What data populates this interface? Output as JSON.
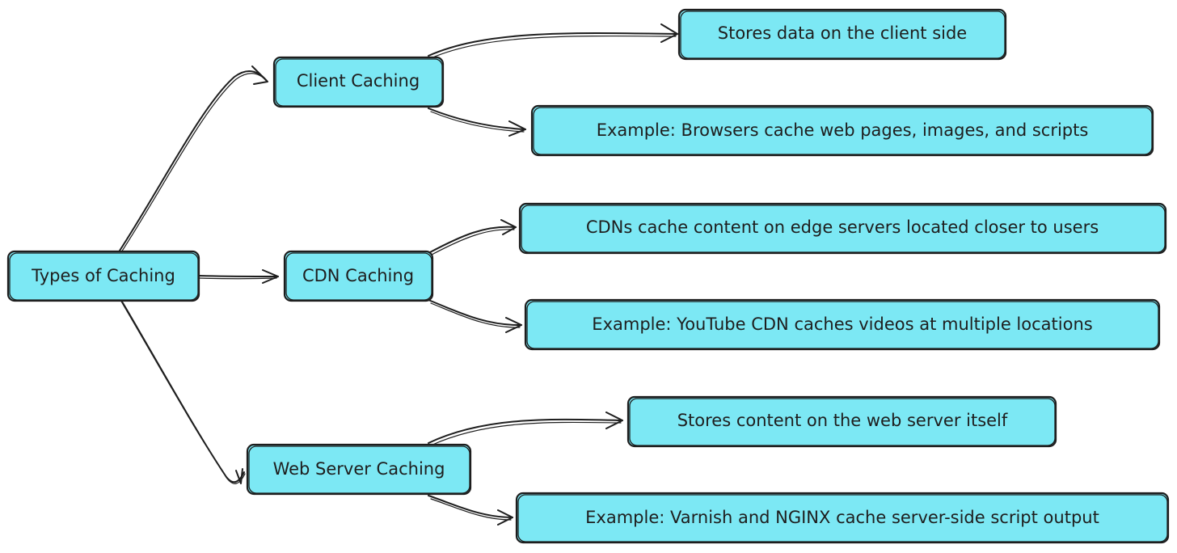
{
  "diagram": {
    "root": {
      "label": "Types of Caching"
    },
    "categories": [
      {
        "label": "Client Caching",
        "details": [
          "Stores data on the client side",
          "Example: Browsers cache web pages, images, and scripts"
        ]
      },
      {
        "label": "CDN Caching",
        "details": [
          "CDNs cache content on edge servers located closer to users",
          "Example: YouTube CDN caches videos at multiple locations"
        ]
      },
      {
        "label": "Web Server Caching",
        "details": [
          "Stores content on the web server itself",
          "Example: Varnish and NGINX cache server-side script output"
        ]
      }
    ],
    "colors": {
      "node_fill": "#7ce8f4",
      "stroke": "#1e1e1e"
    }
  }
}
